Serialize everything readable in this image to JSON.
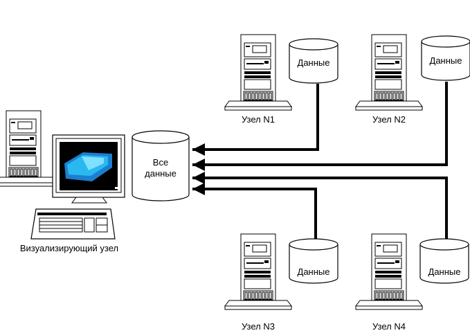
{
  "central_storage": {
    "line1": "Все",
    "line2": "данные"
  },
  "visualizer": {
    "label": "Визуализирующий узел"
  },
  "nodes": [
    {
      "label": "Узел N1",
      "data_label": "Данные"
    },
    {
      "label": "Узел N2",
      "data_label": "Данные"
    },
    {
      "label": "Узел N3",
      "data_label": "Данные"
    },
    {
      "label": "Узел N4",
      "data_label": "Данные"
    }
  ],
  "colors": {
    "line": "#000000",
    "background": "#ffffff",
    "screen_glow": "#2ab8f0"
  }
}
